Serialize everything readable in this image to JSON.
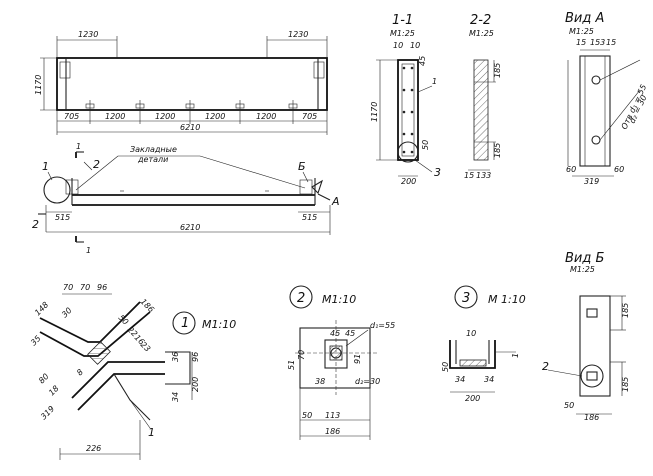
{
  "dims": {
    "plan_1230_left": "1230",
    "plan_1230_right": "1230",
    "plan_1170": "1170",
    "plan_705_left": "705",
    "plan_1200_a": "1200",
    "plan_1200_b": "1200",
    "plan_1200_c": "1200",
    "plan_1200_d": "1200",
    "plan_705_right": "705",
    "plan_6210": "6210",
    "elev_515_left": "515",
    "elev_515_right": "515",
    "elev_6210": "6210",
    "s11_10a": "10",
    "s11_10b": "10",
    "s11_45": "45",
    "s11_1170": "1170",
    "s11_50": "50",
    "s11_200": "200",
    "s22_185_top": "185",
    "s22_185_bot": "185",
    "s22_15": "15",
    "s22_133": "133",
    "va_15a": "15",
    "va_153": "153",
    "va_15b": "15",
    "va_60_left": "60",
    "va_319": "319",
    "va_60_right": "60",
    "va_hole1": "Отв d₁ = 55",
    "va_hole2": "d₂ = 30",
    "n1_70a": "70",
    "n1_70b": "70",
    "n1_96": "96",
    "n1_186": "186",
    "n1_148": "148",
    "n1_30": "30",
    "n1_50": "50",
    "n1_35": "35",
    "n1_22": "22",
    "n1_16": "16",
    "n1_23": "23",
    "n1_36a": "36",
    "n1_96b": "96",
    "n1_34": "34",
    "n1_200": "200",
    "n1_80": "80",
    "n1_18": "18",
    "n1_8": "8",
    "n1_319": "319",
    "n1_226": "226",
    "n2_d1": "d₁=55",
    "n2_45a": "45",
    "n2_45b": "45",
    "n2_51": "51",
    "n2_70": "70",
    "n2_91": "91",
    "n2_38": "38",
    "n2_d2": "d₂=30",
    "n2_50": "50",
    "n2_113": "113",
    "n2_186": "186",
    "n3_10": "10",
    "n3_50": "50",
    "n3_34a": "34",
    "n3_34b": "34",
    "n3_200": "200",
    "vb_185_top": "185",
    "vb_185_bot": "185",
    "vb_50": "50",
    "vb_186": "186"
  },
  "labels": {
    "section_1_1": "1-1",
    "section_1_1_scale": "М1:25",
    "section_2_2": "2-2",
    "section_2_2_scale": "М1:25",
    "view_a": "Вид А",
    "view_a_scale": "М1:25",
    "view_b": "Вид Б",
    "view_b_scale": "М1:25",
    "embedded_parts_1": "Закладные",
    "embedded_parts_2": "детали",
    "node_1": "1",
    "node_1_scale": "М1:10",
    "node_2": "2",
    "node_2_scale": "М1:10",
    "node_3": "3",
    "node_3_scale": "М 1:10",
    "callout_1": "1",
    "callout_2": "2",
    "callout_b": "Б",
    "callout_a": "А",
    "cut_1_top": "1",
    "cut_1_bot": "1",
    "cut_2_top": "2",
    "cut_2_left": "2",
    "leader_1_s11": "1",
    "leader_3_s11": "3",
    "leader_1_n1": "1",
    "leader_1_n3": "1",
    "leader_2_vb": "2"
  }
}
